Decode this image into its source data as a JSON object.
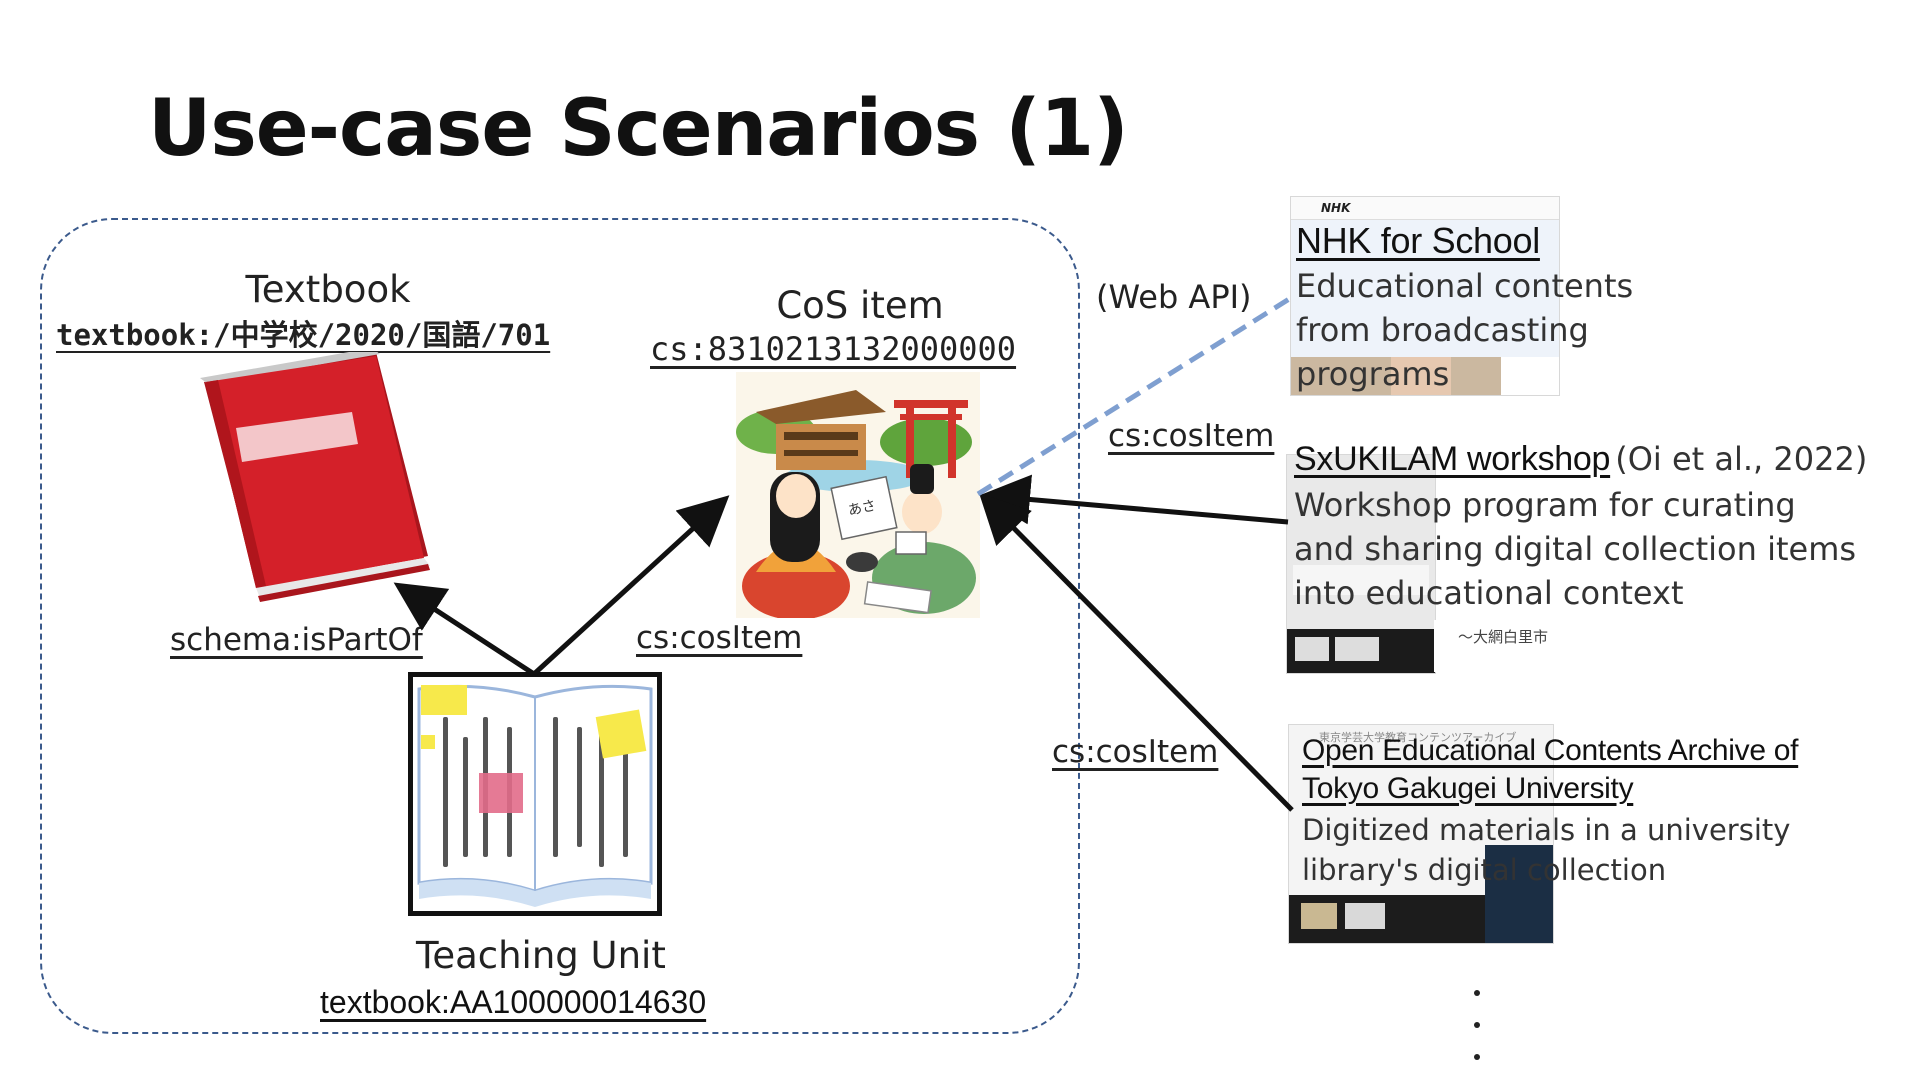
{
  "slide": {
    "title": "Use-case Scenarios (1)"
  },
  "textbook": {
    "heading": "Textbook",
    "identifier": "textbook:/中学校/2020/国語/701"
  },
  "cos_item": {
    "heading": "CoS item",
    "identifier": "cs:8310213132000000"
  },
  "teaching_unit": {
    "heading": "Teaching Unit",
    "identifier": "textbook:AA100000014630"
  },
  "edges": {
    "is_part_of": "schema:isPartOf",
    "unit_cos_item": "cs:cosItem",
    "web_api": "(Web API)",
    "workshop_cos_item": "cs:cosItem",
    "archive_cos_item": "cs:cosItem"
  },
  "resources": [
    {
      "title": "NHK for School",
      "description": "Educational contents from broadcasting programs",
      "thumb_logo": "NHK"
    },
    {
      "title": "SxUKILAM workshop",
      "citation": "(Oi et al., 2022)",
      "description": "Workshop program for curating and sharing digital collection items into educational context",
      "thumb_caption": "〜大網白里市"
    },
    {
      "title": "Open Educational Contents Archive of Tokyo Gakugei University",
      "description": "Digitized materials in a university library's digital collection",
      "thumb_header": "東京学芸大学教育コンテンツアーカイブ"
    }
  ],
  "more_indicator": "⋮",
  "colors": {
    "frame": "#3b5a8c",
    "arrow": "#111111",
    "web_api_dash": "#7f9fd0",
    "book_red": "#d42029",
    "sticky_yellow": "#f7e94b",
    "sticky_pink": "#e26b8a"
  },
  "icons": [
    "red-book-icon",
    "heian-scene-illustration",
    "open-book-icon"
  ]
}
